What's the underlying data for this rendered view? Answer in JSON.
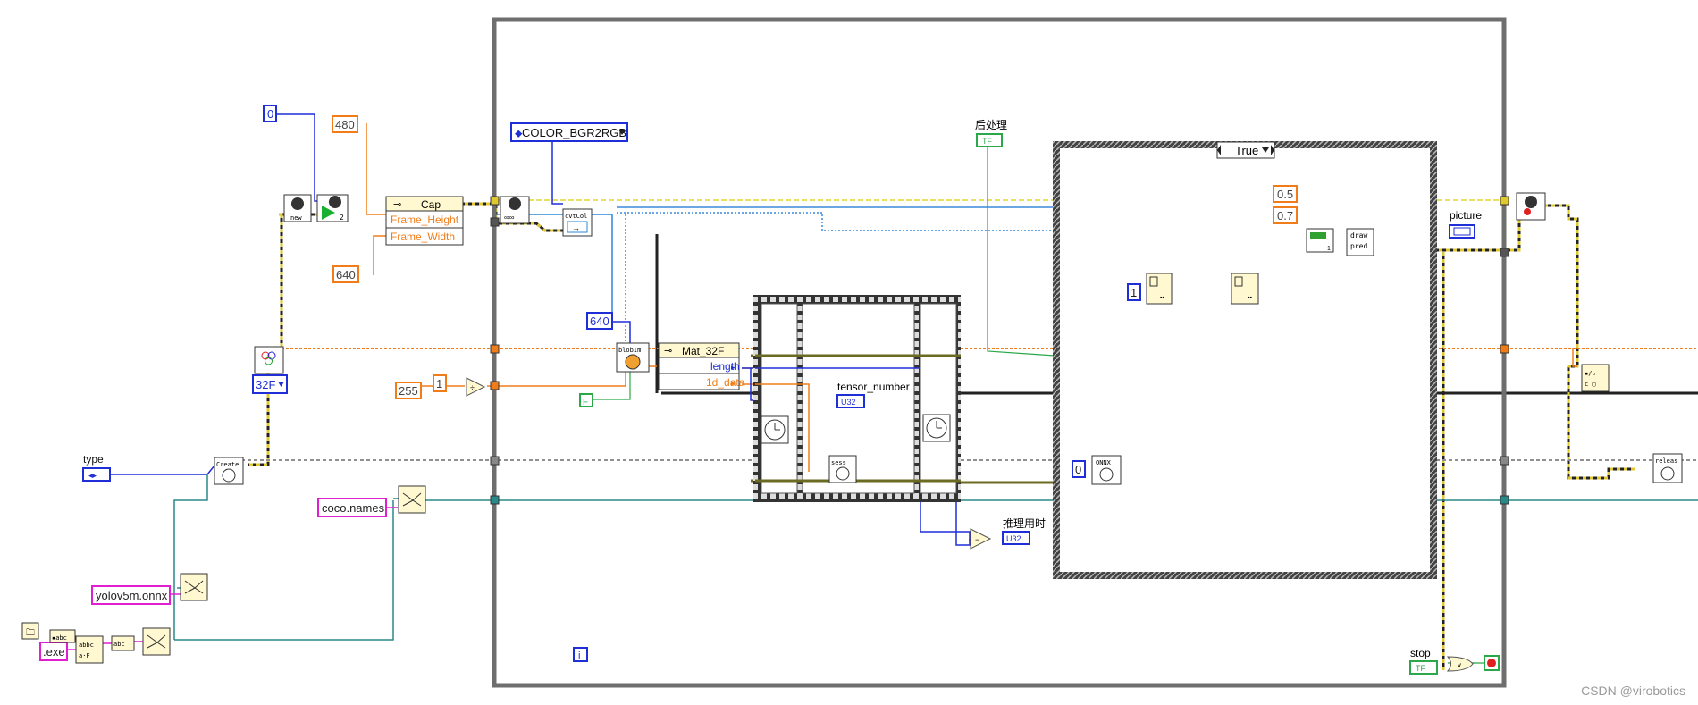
{
  "constants": {
    "camera_index": "0",
    "height_value": "480",
    "width_value": "640",
    "resize_value": "640",
    "scale_value": "255",
    "one_value": "1",
    "conf_threshold": "0.5",
    "nms_threshold": "0.7",
    "index_one": "1",
    "index_zero": "0",
    "false_const": "F"
  },
  "strings": {
    "class_file": "coco.names",
    "model_file": "yolov5m.onnx",
    "exe_ext": ".exe"
  },
  "enums": {
    "color_conversion": "COLOR_BGR2RGB",
    "mat_type": "32F",
    "case_selector": "True"
  },
  "nodes": {
    "cap_title": "Cap",
    "frame_height": "Frame_Height",
    "frame_width": "Frame_Width",
    "mat_title": "Mat_32F",
    "length": "length",
    "data_1d": "1d_data",
    "new": "new",
    "cvtcolor": "cvtCol",
    "blob": "blobIm",
    "create": "Create",
    "sess": "sess",
    "onnx": "ONNX",
    "draw1": "draw",
    "draw2": "pred",
    "release": "releas",
    "open_count": "2"
  },
  "labels": {
    "type": "type",
    "postprocess": "后处理",
    "tensor_number": "tensor_number",
    "inference_time": "推理用时",
    "picture": "picture",
    "stop": "stop",
    "iteration": "i"
  },
  "indicators": {
    "u32_a": "U32",
    "u32_b": "U32",
    "tf_post": "TF",
    "tf_stop": "TF"
  },
  "watermark": "CSDN @virobotics",
  "colors": {
    "wire_orange": "#f07d1a",
    "wire_blue": "#1f2fd8",
    "wire_pink": "#e020d0",
    "wire_teal": "#2a8a8a",
    "wire_gray": "#909090",
    "wire_green": "#2aa84a",
    "wire_yellow": "#d8c020",
    "frame": "#555555"
  }
}
